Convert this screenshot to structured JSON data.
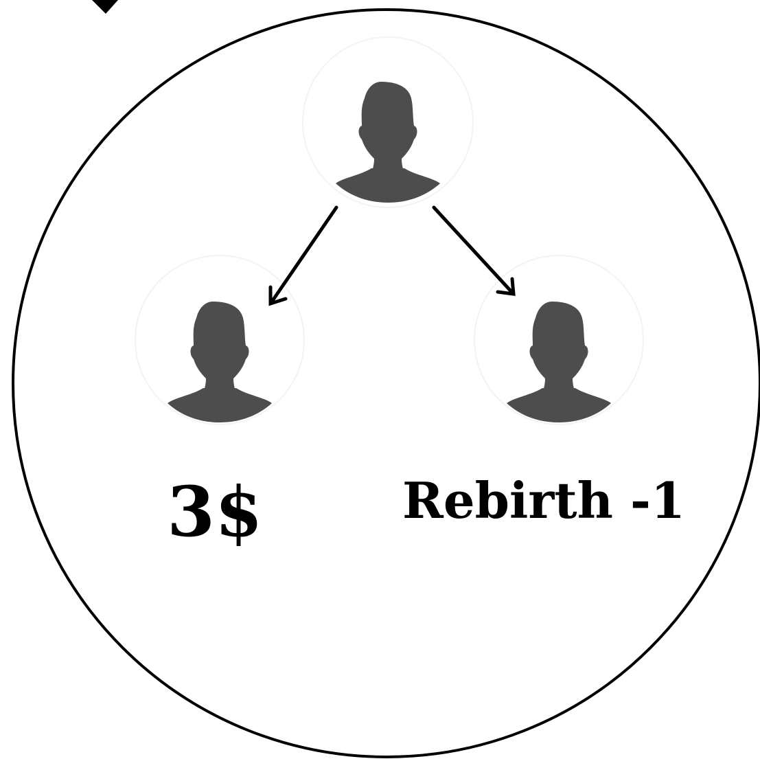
{
  "diagram": {
    "nodes": [
      {
        "id": "parent",
        "icon": "person-silhouette-icon"
      },
      {
        "id": "child-left",
        "icon": "person-silhouette-icon",
        "label": "3$"
      },
      {
        "id": "child-right",
        "icon": "person-silhouette-icon",
        "label": "Rebirth -1"
      }
    ],
    "edges": [
      {
        "from": "parent",
        "to": "child-left"
      },
      {
        "from": "parent",
        "to": "child-right"
      }
    ]
  },
  "colors": {
    "outline": "#000000",
    "silhouette": "#4d4d4d",
    "node_ring": "#f3f3f3",
    "background": "#ffffff"
  }
}
